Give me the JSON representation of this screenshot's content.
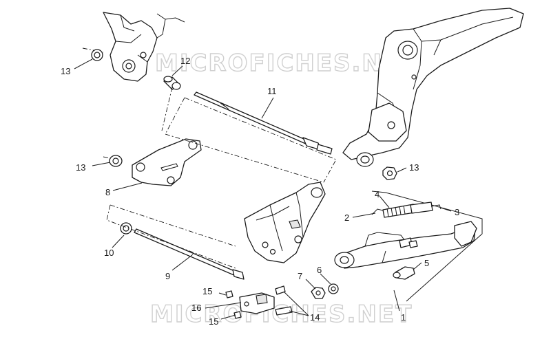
{
  "watermark": "MICROFICHES.NET",
  "callouts": [
    {
      "id": "c1",
      "label": "1"
    },
    {
      "id": "c2",
      "label": "2"
    },
    {
      "id": "c3",
      "label": "3"
    },
    {
      "id": "c4",
      "label": "4"
    },
    {
      "id": "c5",
      "label": "5"
    },
    {
      "id": "c6",
      "label": "6"
    },
    {
      "id": "c7",
      "label": "7"
    },
    {
      "id": "c8",
      "label": "8"
    },
    {
      "id": "c9",
      "label": "9"
    },
    {
      "id": "c10",
      "label": "10"
    },
    {
      "id": "c11",
      "label": "11"
    },
    {
      "id": "c12",
      "label": "12"
    },
    {
      "id": "c13a",
      "label": "13"
    },
    {
      "id": "c13b",
      "label": "13"
    },
    {
      "id": "c13c",
      "label": "13"
    },
    {
      "id": "c14",
      "label": "14"
    },
    {
      "id": "c15a",
      "label": "15"
    },
    {
      "id": "c15b",
      "label": "15"
    },
    {
      "id": "c16",
      "label": "16"
    }
  ]
}
